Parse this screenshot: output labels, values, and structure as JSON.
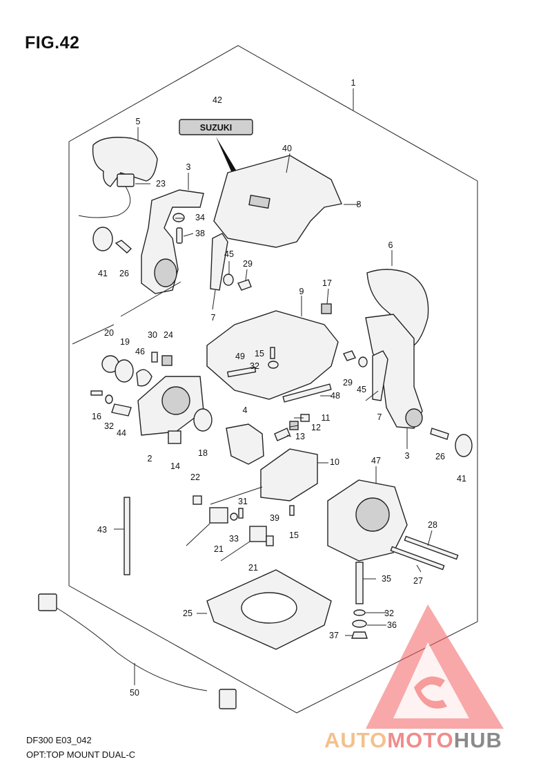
{
  "figure": {
    "title": "FIG.42",
    "model_code": "DF300 E03_042",
    "description": "OPT:TOP MOUNT DUAL-C"
  },
  "emblem_text": "SUZUKI",
  "watermark": {
    "part_a": "AUTO",
    "part_b": "MOTO",
    "part_c": "HUB"
  },
  "colors": {
    "watermark_orange": "#f4c08c",
    "watermark_red": "#f08c8c",
    "watermark_gray": "#8a8a8a",
    "line": "#222222"
  },
  "callouts": [
    "1",
    "2",
    "3",
    "3",
    "4",
    "5",
    "6",
    "7",
    "7",
    "8",
    "9",
    "10",
    "11",
    "12",
    "13",
    "14",
    "15",
    "15",
    "16",
    "17",
    "18",
    "19",
    "20",
    "21",
    "21",
    "22",
    "23",
    "24",
    "25",
    "26",
    "26",
    "27",
    "28",
    "29",
    "29",
    "30",
    "31",
    "32",
    "32",
    "32",
    "33",
    "34",
    "35",
    "36",
    "37",
    "38",
    "39",
    "40",
    "41",
    "41",
    "42",
    "43",
    "44",
    "45",
    "45",
    "46",
    "47",
    "48",
    "49",
    "50"
  ]
}
